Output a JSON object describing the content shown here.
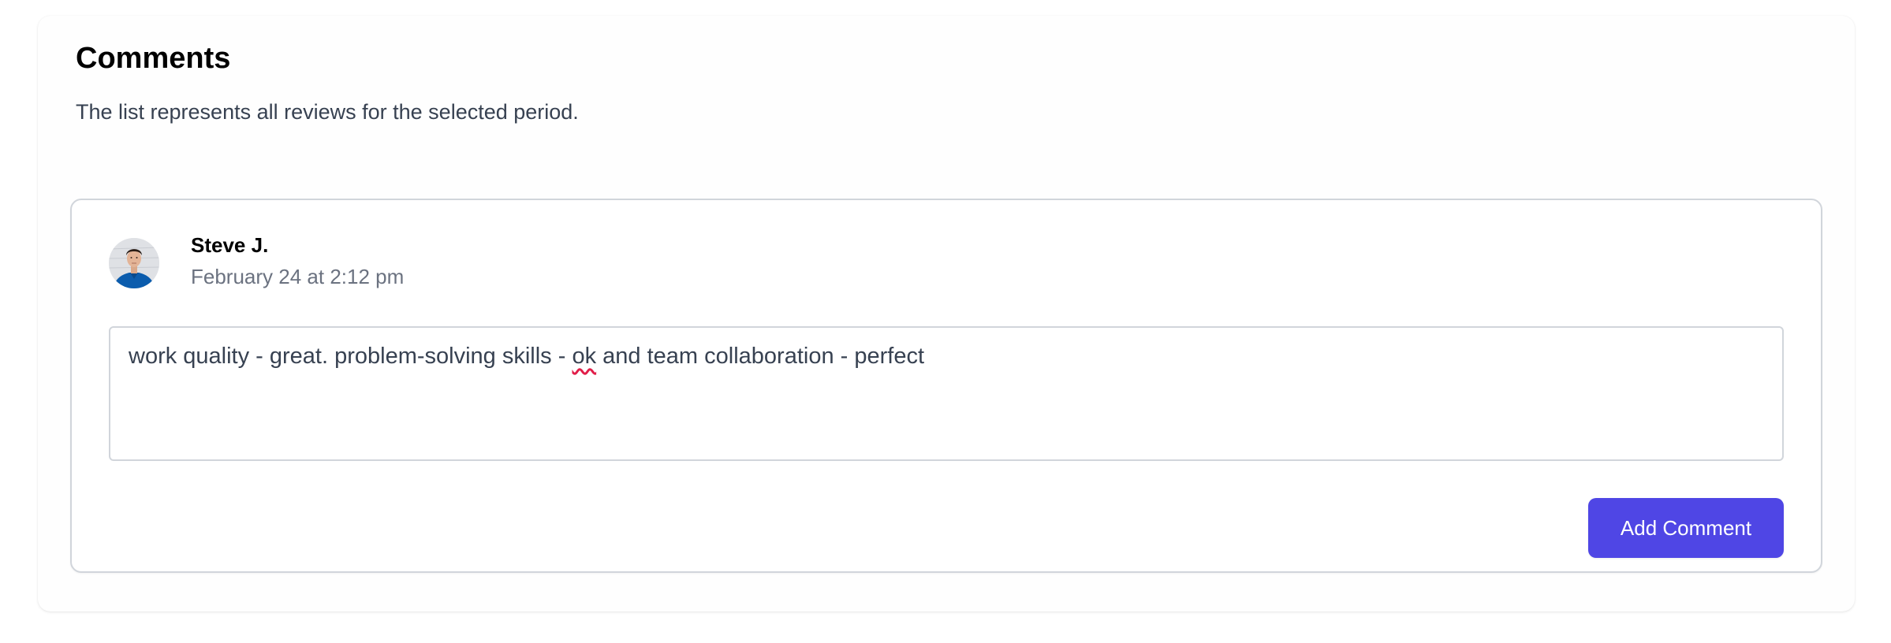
{
  "section": {
    "title": "Comments",
    "subtitle": "The list represents all reviews for the selected period."
  },
  "comment": {
    "author": {
      "name": "Steve J.",
      "avatar_icon": "user-avatar-photo"
    },
    "date": "February 24 at 2:12 pm",
    "text_before": "work quality - great. problem-solving skills - ",
    "text_flagged": "ok",
    "text_after": " and team collaboration - perfect",
    "full_text": "work quality - great. problem-solving skills - ok and team collaboration - perfect"
  },
  "actions": {
    "add_comment_label": "Add Comment"
  },
  "colors": {
    "accent": "#4f46e5",
    "border": "#d1d5db",
    "muted_text": "#6b7280",
    "body_text": "#374151",
    "spellcheck": "#e11d48"
  }
}
